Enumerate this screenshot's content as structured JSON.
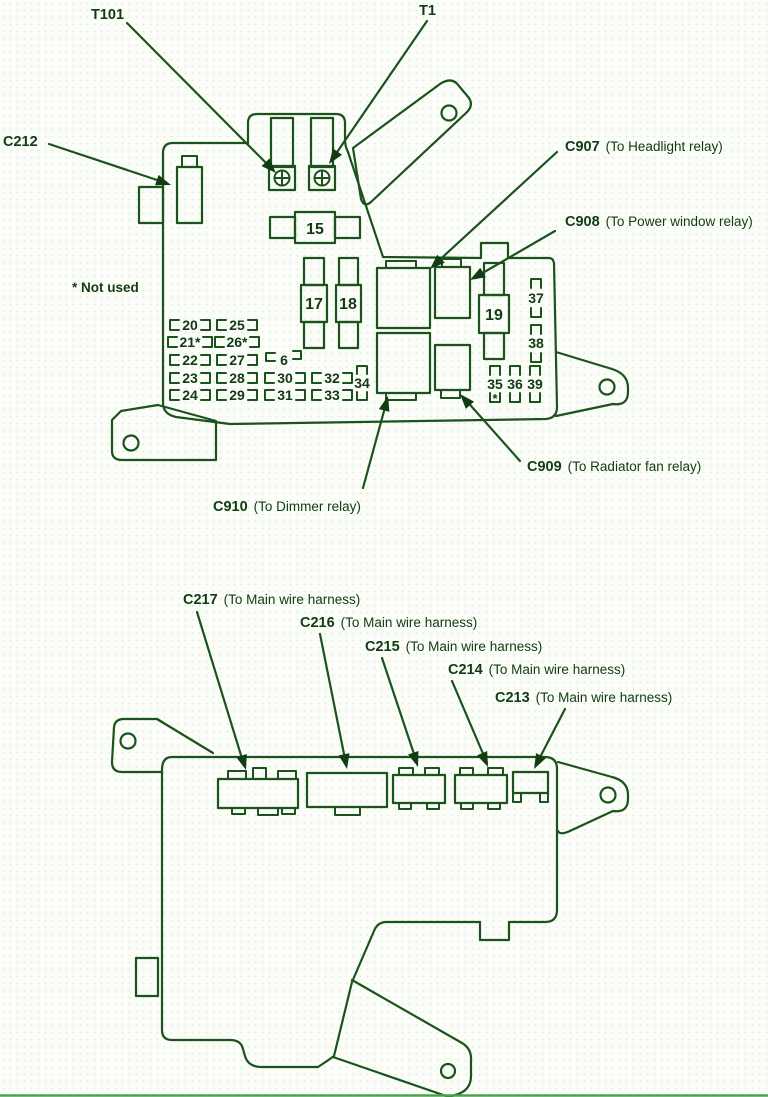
{
  "colors": {
    "line": "#1c521c",
    "text": "#113b11",
    "background": "#fbfdf8",
    "bottom_border": "#49a34a"
  },
  "top_view": {
    "labels": {
      "t101": "T101",
      "t1": "T1",
      "c212": "C212",
      "not_used_note": "* Not used",
      "c907_code": "C907",
      "c907_desc": "(To Headlight relay)",
      "c908_code": "C908",
      "c908_desc": "(To Power window relay)",
      "c909_code": "C909",
      "c909_desc": "(To Radiator fan relay)",
      "c910_code": "C910",
      "c910_desc": "(To Dimmer relay)"
    },
    "fuses": {
      "f15": "15",
      "f17": "17",
      "f18": "18",
      "f19": "19",
      "f20": "20",
      "f21": "21*",
      "f22": "22",
      "f23": "23",
      "f24": "24",
      "f25": "25",
      "f26": "26*",
      "f27": "27",
      "f28": "28",
      "f29": "29",
      "f6": "6",
      "f30": "30",
      "f31": "31",
      "f32": "32",
      "f33": "33",
      "f34": "34",
      "f35": "35",
      "f36": "36",
      "f37": "37",
      "f38": "38",
      "f39": "39",
      "f35_marker": "*"
    }
  },
  "bottom_view": {
    "labels": {
      "c217_code": "C217",
      "c217_desc": "(To Main wire harness)",
      "c216_code": "C216",
      "c216_desc": "(To Main wire harness)",
      "c215_code": "C215",
      "c215_desc": "(To Main wire harness)",
      "c214_code": "C214",
      "c214_desc": "(To Main wire harness)",
      "c213_code": "C213",
      "c213_desc": "(To Main wire harness)"
    }
  }
}
